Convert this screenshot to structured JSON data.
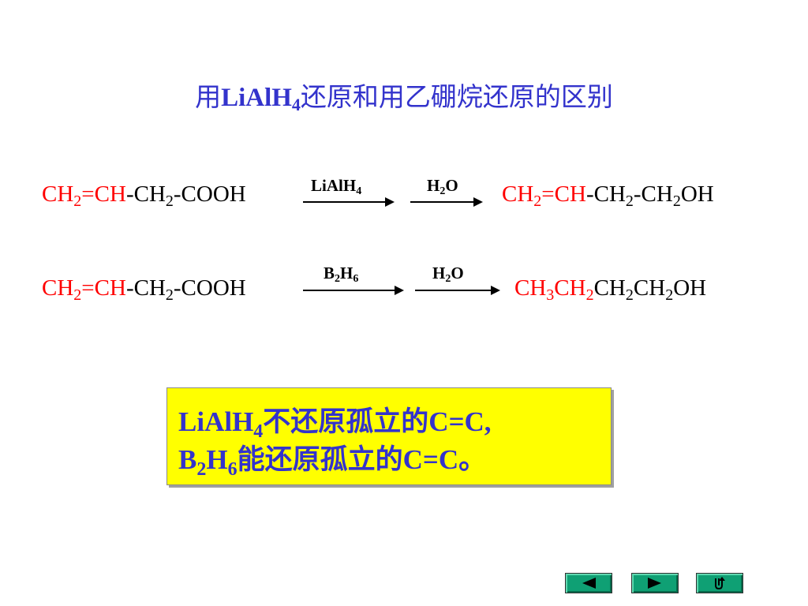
{
  "title": {
    "prefix": "用",
    "latin": "LiAlH",
    "sub": "4",
    "suffix": "还原和用乙硼烷还原的区别"
  },
  "reaction1": {
    "reactant": {
      "a": "CH",
      "a_sub": "2",
      "b": "=CH",
      "c": "-CH",
      "c_sub": "2",
      "d": "-COOH"
    },
    "reagent1": {
      "text": "LiAlH",
      "sub": "4"
    },
    "reagent2": {
      "a": "H",
      "sub": "2",
      "b": "O"
    },
    "product": {
      "a": "CH",
      "a_sub": "2",
      "b": "=CH",
      "c": "-CH",
      "c_sub": "2",
      "d": "-CH",
      "d_sub": "2",
      "e": "OH"
    }
  },
  "reaction2": {
    "reactant": {
      "a": "CH",
      "a_sub": "2",
      "b": "=CH",
      "c": "-CH",
      "c_sub": "2",
      "d": "-COOH"
    },
    "reagent1": {
      "a": "B",
      "a_sub": "2",
      "b": "H",
      "b_sub": "6"
    },
    "reagent2": {
      "a": "H",
      "sub": "2",
      "b": "O"
    },
    "product": {
      "a": "CH",
      "a_sub": "3",
      "b": "CH",
      "b_sub": "2",
      "c": "CH",
      "c_sub": "2",
      "d": "CH",
      "d_sub": "2",
      "e": "OH"
    }
  },
  "note": {
    "line1": {
      "a": "LiAlH",
      "sub": "4",
      "b": "不还原孤立的C=C,"
    },
    "line2": {
      "a": "B",
      "a_sub": "2",
      "b": "H",
      "b_sub": "6",
      "c": "能还原孤立的C=C。"
    }
  },
  "nav": [
    {
      "icon": "triangle-left-icon"
    },
    {
      "icon": "triangle-right-icon"
    },
    {
      "icon": "return-icon"
    }
  ],
  "colors": {
    "title": "#3333cc",
    "red": "#ff0000",
    "note_bg": "#ffff00",
    "nav_btn": "#0fa074"
  }
}
